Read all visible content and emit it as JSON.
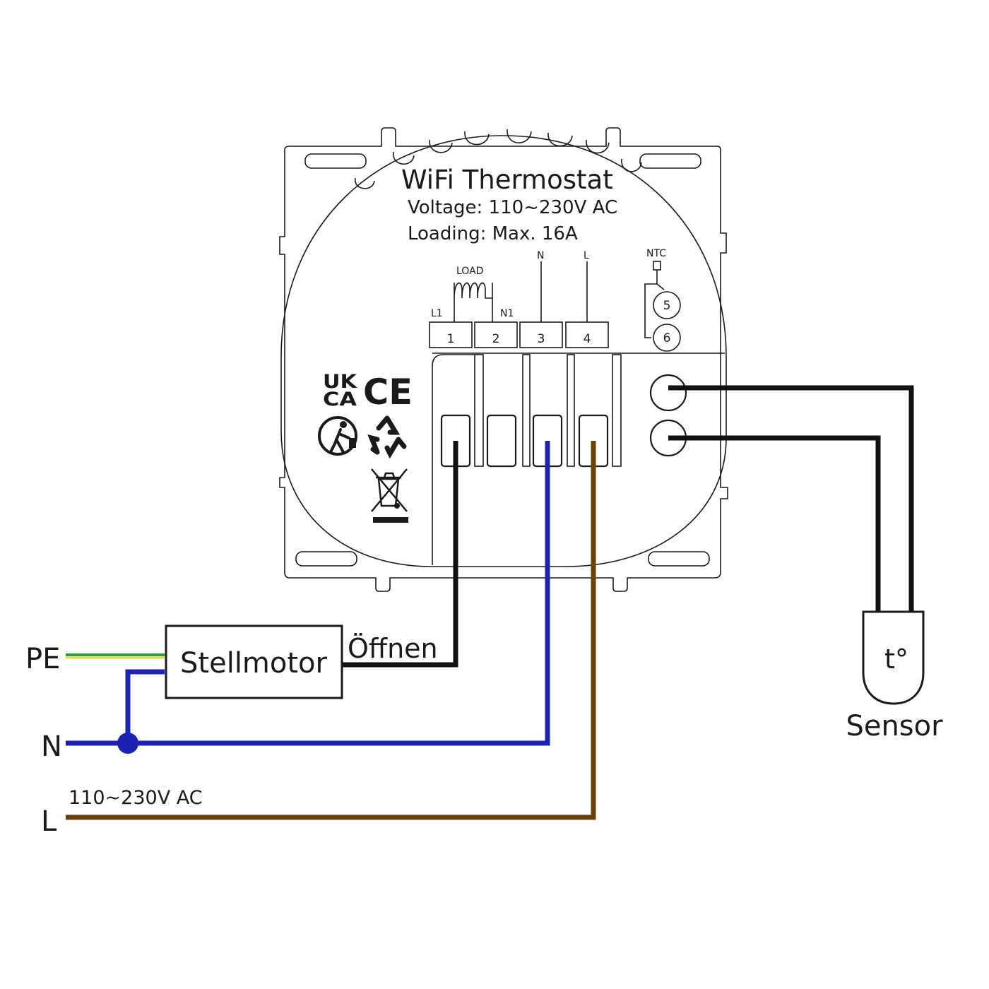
{
  "device": {
    "title": "WiFi Thermostat",
    "voltage": "Voltage: 110~230V AC",
    "loading": "Loading: Max. 16A",
    "load_label": "LOAD",
    "l1_label": "L1",
    "n1_label": "N1",
    "n_label": "N",
    "l_label": "L",
    "ntc_label": "NTC",
    "terminals": [
      "1",
      "2",
      "3",
      "4"
    ],
    "ntc_terminals": [
      "5",
      "6"
    ],
    "marks": {
      "ukca_top": "UK",
      "ukca_bottom": "CA",
      "ce": "CE"
    }
  },
  "actuator": {
    "label": "Stellmotor",
    "open_label": "Öffnen"
  },
  "mains": {
    "pe_label": "PE",
    "n_label": "N",
    "l_label": "L",
    "voltage_label": "110~230V AC"
  },
  "sensor": {
    "symbol": "t°",
    "label": "Sensor"
  },
  "colors": {
    "outline": "#1a1a1a",
    "neutral_wire": "#1e22b4",
    "live_wire": "#6b3f0c",
    "pe_green": "#2e9a3a",
    "pe_yellow": "#e8e03a",
    "signal_wire": "#111111"
  }
}
